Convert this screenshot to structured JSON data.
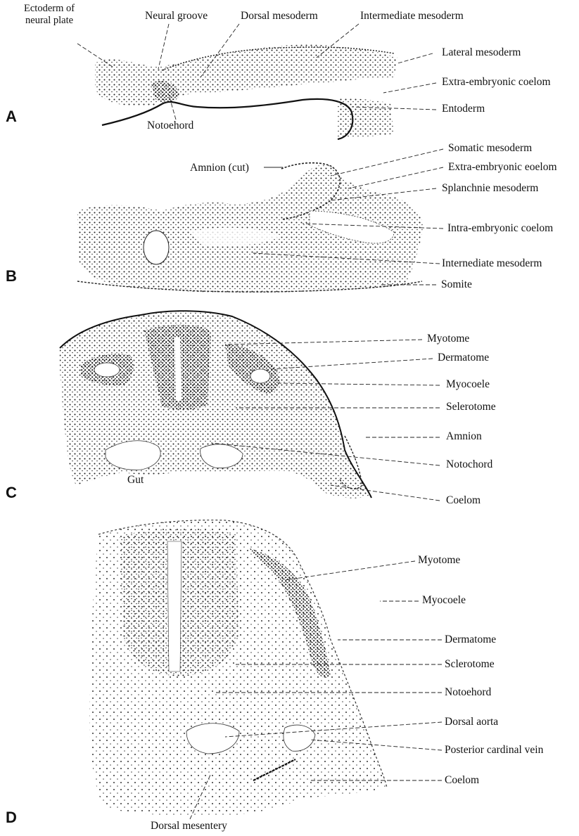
{
  "panels": {
    "A": {
      "letter": "A",
      "labels": {
        "ectoderm": "Ectoderm of\nneural plate",
        "neural_groove": "Neural groove",
        "dorsal_mesoderm": "Dorsal mesoderm",
        "intermediate_mesoderm": "Intermediate mesoderm",
        "lateral_mesoderm": "Lateral mesoderm",
        "extra_embryonic_coelom": "Extra-embryonic coelom",
        "entoderm": "Entoderm",
        "notochord": "Notoehord"
      }
    },
    "B": {
      "letter": "B",
      "labels": {
        "amnion_cut": "Amnion (cut)",
        "somatic_mesoderm": "Somatic mesoderm",
        "extra_embryonic_coelom": "Extra-embryonic eoelom",
        "splanchnic_mesoderm": "Splanchnie mesoderm",
        "intra_embryonic_coelom": "Intra-embryonic coelom",
        "intermediate_mesoderm": "Internediate mesoderm",
        "somite": "Somite"
      }
    },
    "C": {
      "letter": "C",
      "labels": {
        "myotome": "Myotome",
        "dermatome": "Dermatome",
        "myocoele": "Myocoele",
        "sclerotome": "Selerotome",
        "amnion": "Amnion",
        "notochord": "Notochord",
        "coelom": "Coelom",
        "gut": "Gut"
      }
    },
    "D": {
      "letter": "D",
      "labels": {
        "myotome": "Myotome",
        "myocoele": "Myocoele",
        "dermatome": "Dermatome",
        "sclerotome": "Sclerotome",
        "notochord": "Notoehord",
        "dorsal_aorta": "Dorsal aorta",
        "posterior_cardinal_vein": "Posterior cardinal vein",
        "coelom": "Coelom",
        "dorsal_mesentery": "Dorsal mesentery"
      }
    }
  }
}
